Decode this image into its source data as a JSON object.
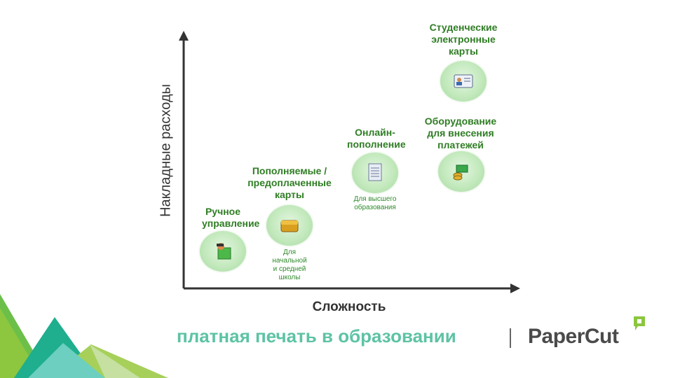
{
  "axes": {
    "y_label": "Накладные расходы",
    "x_label": "Сложность"
  },
  "items": [
    {
      "title": "Ручное управление",
      "icon": "hand-card-icon",
      "note": ""
    },
    {
      "title": "Пополняемые / предоплаченные карты",
      "icon": "wallet-icon",
      "note": "Для начальной и средней школы"
    },
    {
      "title": "Онлайн-пополнение",
      "icon": "document-icon",
      "note": "Для высшего образования"
    },
    {
      "title": "Студенческие электронные карты",
      "icon": "id-card-icon",
      "note": ""
    },
    {
      "title": "Оборудование для внесения платежей",
      "icon": "coins-icon",
      "note": ""
    }
  ],
  "labels": {
    "manual_1": "Ручное",
    "manual_2": "управление",
    "prepaid_1": "Пополняемые /",
    "prepaid_2": "предоплаченные",
    "prepaid_3": "карты",
    "prepaid_note_1": "Для",
    "prepaid_note_2": "начальной",
    "prepaid_note_3": "и средней",
    "prepaid_note_4": "школы",
    "online_1": "Онлайн-",
    "online_2": "пополнение",
    "online_note_1": "Для высшего",
    "online_note_2": "образования",
    "student_1": "Студенческие",
    "student_2": "электронные",
    "student_3": "карты",
    "hardware_1": "Оборудование",
    "hardware_2": "для внесения",
    "hardware_3": "платежей"
  },
  "footer": {
    "tagline": "платная печать в образовании",
    "brand": "PaperCut"
  },
  "colors": {
    "label_green": "#2f7d24",
    "tagline_teal": "#5dc3a4",
    "logo_green": "#8cc63f"
  }
}
